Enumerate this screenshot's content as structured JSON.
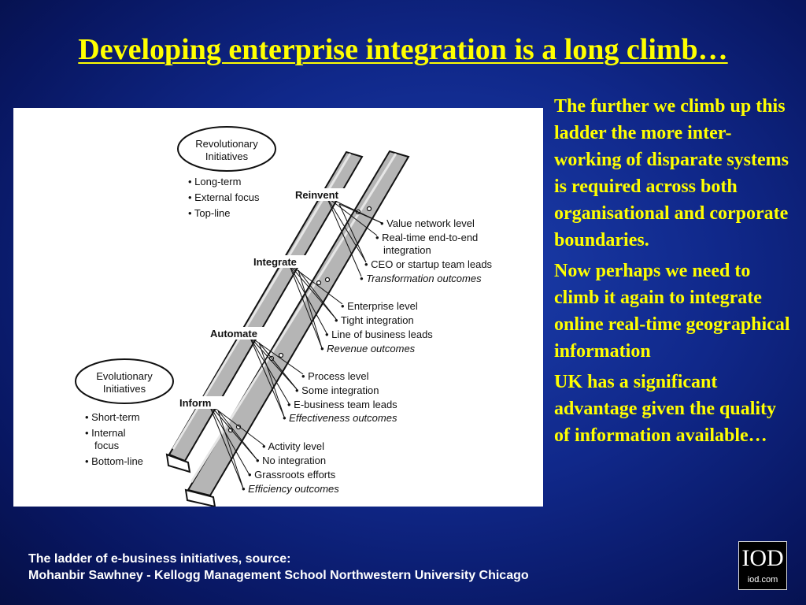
{
  "slide": {
    "title": "Developing enterprise integration is a long climb…",
    "paragraphs": [
      "The further we climb up this ladder the more inter-working of disparate systems is required across both organisational and corporate boundaries.",
      "Now perhaps we need to climb it again to integrate online real-time geographical information",
      "UK has a significant advantage given the quality of information available…"
    ],
    "caption": {
      "line1": "The ladder of e-business initiatives, source:",
      "line2": "Mohanbir Sawhney - Kellogg Management School Northwestern University Chicago"
    },
    "logo": {
      "mark": "IOD",
      "url": "iod.com"
    }
  },
  "diagram": {
    "revolutionary": {
      "title_line1": "Revolutionary",
      "title_line2": "Initiatives",
      "bullets": [
        "• Long-term",
        "• External focus",
        "• Top-line"
      ]
    },
    "evolutionary": {
      "title_line1": "Evolutionary",
      "title_line2": "Initiatives",
      "bullets": [
        "• Short-term",
        "• Internal",
        "focus",
        "• Bottom-line"
      ]
    },
    "rungs": [
      {
        "name": "Reinvent",
        "items": [
          "• Value network level",
          "• Real-time end-to-end",
          "integration",
          "• CEO or startup team leads",
          "• Transformation outcomes"
        ]
      },
      {
        "name": "Integrate",
        "items": [
          "• Enterprise level",
          "• Tight integration",
          "• Line of business leads",
          "• Revenue outcomes"
        ]
      },
      {
        "name": "Automate",
        "items": [
          "• Process level",
          "• Some integration",
          "• E-business team leads",
          "• Effectiveness outcomes"
        ]
      },
      {
        "name": "Inform",
        "items": [
          "• Activity level",
          "• No integration",
          "• Grassroots efforts",
          "• Efficiency outcomes"
        ]
      }
    ]
  }
}
